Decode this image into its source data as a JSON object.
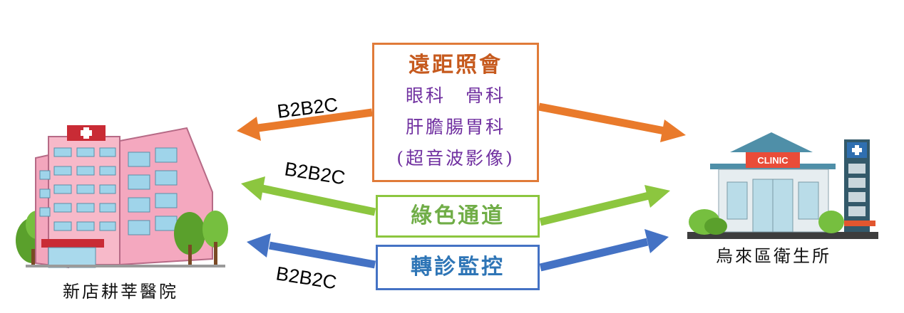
{
  "teleconsult": {
    "title": "遠距照會",
    "lines": [
      "眼科　骨科",
      "肝膽腸胃科",
      "(超音波影像)"
    ]
  },
  "green_channel": {
    "title": "綠色通道"
  },
  "referral": {
    "title": "轉診監控"
  },
  "connector_labels": [
    "B2B2C",
    "B2B2C",
    "B2B2C"
  ],
  "hospital": {
    "caption": "新店耕莘醫院"
  },
  "clinic": {
    "caption": "烏來區衛生所",
    "sign": "CLINIC"
  },
  "colors": {
    "orange": "#e97a2b",
    "green": "#8cc63f",
    "blue": "#4472c4"
  },
  "icons": [
    "hospital-building-icon",
    "clinic-building-icon"
  ]
}
